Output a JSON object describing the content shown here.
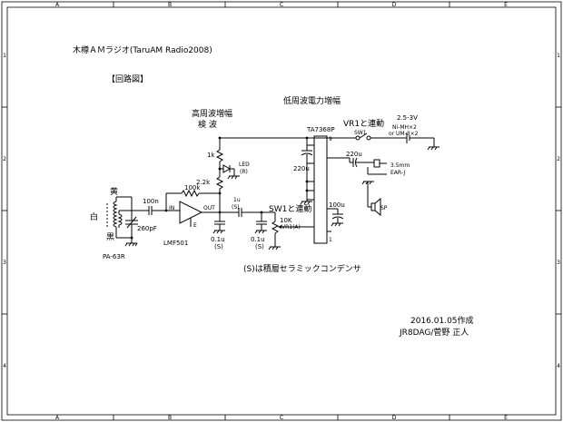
{
  "frame": {
    "columns": [
      "A",
      "B",
      "C",
      "D",
      "E"
    ],
    "rows": [
      "1",
      "2",
      "3",
      "4"
    ]
  },
  "header": {
    "title": "木樽ＡＭラジオ(TaruAM Radio2008)",
    "section": "【回路図】"
  },
  "blocks": {
    "hf_amp": "高周波増幅",
    "detect": "検 波",
    "power_amp": "低周波電力増幅",
    "vr1_link": "VR1と連動",
    "sw1_link": "SW1と連動"
  },
  "labels": {
    "coil_yellow": "黄",
    "coil_white": "白",
    "coil_black": "黒",
    "coil_part": "PA-63R",
    "c_tune": "260pF",
    "c_in": "100n",
    "r_fb": "100k",
    "ic1_in": "IN",
    "ic1_out": "OUT",
    "ic1_e": "E",
    "ic1_name": "LMF501",
    "r_1k": "1k",
    "r_22k": "2.2k",
    "led": "LED",
    "led_r": "(R)",
    "c_out_val": "1u",
    "c_out_s": "(S)",
    "c_gnd1_val": "0.1u",
    "c_gnd1_s": "(S)",
    "c_gnd2_val": "0.1u",
    "c_gnd2_s": "(S)",
    "vr_val": "10K",
    "vr_name": "VR1(A)",
    "ic2_name": "TA7368P",
    "ic2_pin9": "9",
    "ic2_pin1": "1",
    "c_220a": "220u",
    "c_220b": "220u",
    "c_100u": "100u",
    "sw1": "SW1",
    "batt_v": "2.5-3V",
    "batt_t": "Ni-MH×2",
    "batt_t2": "or UM-3×2",
    "jack": "3.5mm",
    "jack2": "EAR-J",
    "sp": "SP",
    "note": "(S)は積層セラミックコンデンサ"
  },
  "footer": {
    "date": "2016.01.05作成",
    "author": "JR8DAG/菅野 正人"
  }
}
